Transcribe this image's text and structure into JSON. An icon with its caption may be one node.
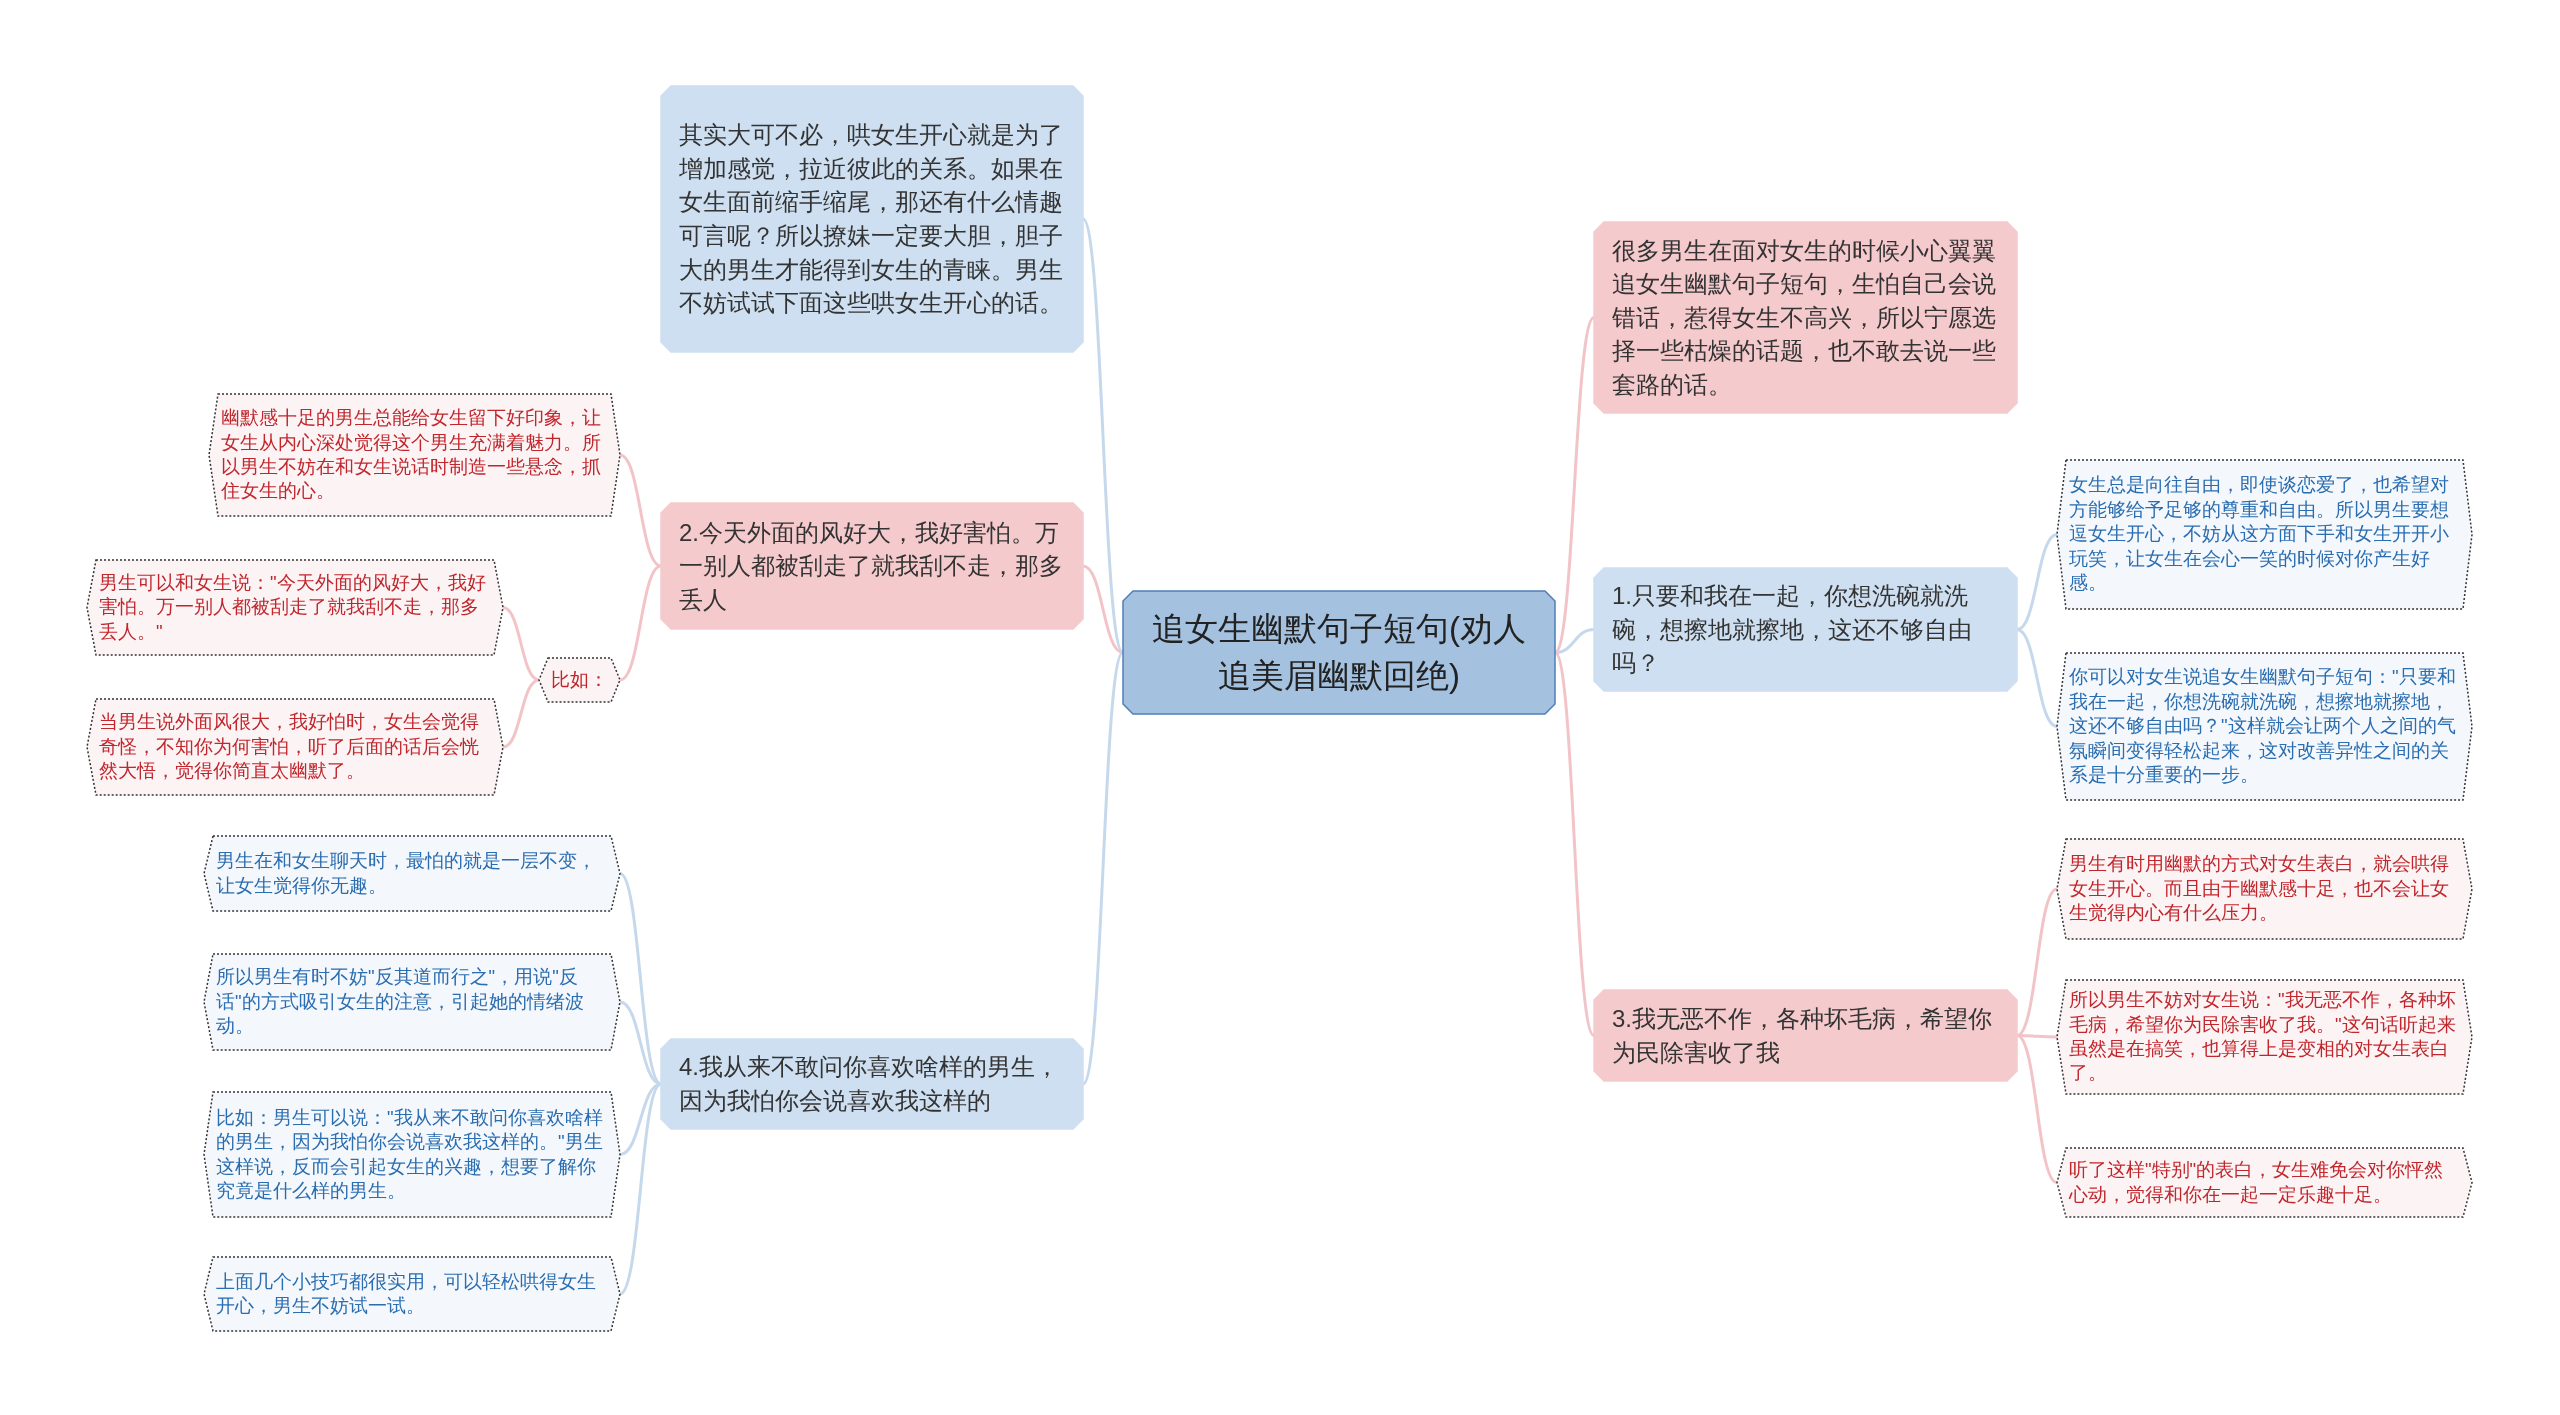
{
  "diagram": {
    "nodes": [
      {
        "text": [
          "追女生幽默句子短句(劝人追美眉幽默回绝)"
        ]
      },
      {
        "text": [
          "其实大可不必，哄女生开心就是为了增加感觉，拉近彼此的关系。如果在女生面前缩手缩尾，那还有什么情趣可言呢？所以撩妹一定要大胆，胆子大的男生才能得到女生的青睐。男生不妨试试下面这些哄女生开心的话。"
        ]
      },
      {
        "text": [
          "2.今天外面的风好大，我好害怕。万一别人都被刮走了就我刮不走，那多丢人"
        ]
      },
      {
        "text": [
          "幽默感十足的男生总能给女生留下好印象，让女生从内心深处觉得这个男生充满着魅力。所以男生不妨在和女生说话时制造一些悬念，抓住女生的心。"
        ]
      },
      {
        "text": [
          "比如："
        ]
      },
      {
        "text": [
          "男生可以和女生说：\"今天外面的风好大，我好害怕。万一别人都被刮走了就我刮不走，那多丢人。\""
        ]
      },
      {
        "text": [
          "当男生说外面风很大，我好怕时，女生会觉得奇怪，不知你为何害怕，听了后面的话后会恍然大悟，觉得你简直太幽默了。"
        ]
      },
      {
        "text": [
          "4.我从来不敢问你喜欢啥样的男生，因为我怕你会说喜欢我这样的"
        ]
      },
      {
        "text": [
          "男生在和女生聊天时，最怕的就是一层不变，让女生觉得你无趣。"
        ]
      },
      {
        "text": [
          "所以男生有时不妨\"反其道而行之\"，用说\"反话\"的方式吸引女生的注意，引起她的情绪波动。"
        ]
      },
      {
        "text": [
          "比如：男生可以说：\"我从来不敢问你喜欢啥样的男生，因为我怕你会说喜欢我这样的。\"男生这样说，反而会引起女生的兴趣，想要了解你究竟是什么样的男生。"
        ]
      },
      {
        "text": [
          "上面几个小技巧都很实用，可以轻松哄得女生开心，男生不妨试一试。"
        ]
      },
      {
        "text": [
          "很多男生在面对女生的时候小心翼翼追女生幽默句子短句，生怕自己会说错话，惹得女生不高兴，所以宁愿选择一些枯燥的话题，也不敢去说一些套路的话。"
        ]
      },
      {
        "text": [
          "1.只要和我在一起，你想洗碗就洗碗，想擦地就擦地，这还不够自由吗？"
        ]
      },
      {
        "text": [
          "女生总是向往自由，即使谈恋爱了，也希望对方能够给予足够的尊重和自由。所以男生要想逗女生开心，不妨从这方面下手和女生开开小玩笑，让女生在会心一笑的时候对你产生好感。"
        ]
      },
      {
        "text": [
          "你可以对女生说追女生幽默句子短句：\"只要和我在一起，你想洗碗就洗碗，想擦地就擦地，这还不够自由吗？\"这样就会让两个人之间的气氛瞬间变得轻松起来，这对改善异性之间的关系是十分重要的一步。"
        ]
      },
      {
        "text": [
          "3.我无恶不作，各种坏毛病，希望你为民除害收了我"
        ]
      },
      {
        "text": [
          "男生有时用幽默的方式对女生表白，就会哄得女生开心。而且由于幽默感十足，也不会让女生觉得内心有什么压力。"
        ]
      },
      {
        "text": [
          "所以男生不妨对女生说：\"我无恶不作，各种坏毛病，希望你为民除害收了我。\"这句话听起来虽然是在搞笑，也算得上是变相的对女生表白了。"
        ]
      },
      {
        "text": [
          "听了这样\"特别\"的表白，女生难免会对你怦然心动，觉得和你在一起一定乐趣十足。"
        ]
      }
    ],
    "edges": [
      {
        "from": 0,
        "to": 1,
        "arrow": "none",
        "color": "#c6d9ec"
      },
      {
        "from": 0,
        "to": 2,
        "arrow": "none"
      },
      {
        "from": 2,
        "to": 3,
        "arrow": "none"
      },
      {
        "from": 2,
        "to": 4,
        "arrow": "none"
      },
      {
        "from": 4,
        "to": 5,
        "arrow": "none"
      },
      {
        "from": 4,
        "to": 6,
        "arrow": "none"
      },
      {
        "from": 0,
        "to": 7,
        "arrow": "none",
        "color": "#c6d9ec"
      },
      {
        "from": 7,
        "to": 8,
        "arrow": "none",
        "color": "#c6d9ec"
      },
      {
        "from": 7,
        "to": 9,
        "arrow": "none",
        "color": "#c6d9ec"
      },
      {
        "from": 7,
        "to": 10,
        "arrow": "none",
        "color": "#c6d9ec"
      },
      {
        "from": 7,
        "to": 11,
        "arrow": "none",
        "color": "#c6d9ec"
      },
      {
        "from": 0,
        "to": 12,
        "arrow": "none"
      },
      {
        "from": 0,
        "to": 13,
        "arrow": "none",
        "color": "#c6d9ec"
      },
      {
        "from": 13,
        "to": 14,
        "arrow": "none",
        "color": "#c6d9ec"
      },
      {
        "from": 13,
        "to": 15,
        "arrow": "none",
        "color": "#c6d9ec"
      },
      {
        "from": 0,
        "to": 16,
        "arrow": "none"
      },
      {
        "from": 16,
        "to": 17,
        "arrow": "none"
      },
      {
        "from": 16,
        "to": 18,
        "arrow": "none"
      },
      {
        "from": 16,
        "to": 19,
        "arrow": "none"
      }
    ]
  }
}
